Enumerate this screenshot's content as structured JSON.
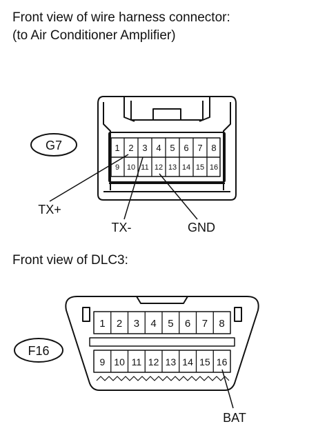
{
  "harness_connector": {
    "title_line1": "Front view of wire harness connector:",
    "title_line2": "(to Air Conditioner Amplifier)",
    "connector_id": "G7",
    "top_row": [
      "1",
      "2",
      "3",
      "4",
      "5",
      "6",
      "7",
      "8"
    ],
    "bottom_row": [
      "9",
      "10",
      "11",
      "12",
      "13",
      "14",
      "15",
      "16"
    ],
    "labels": {
      "tx_plus": "TX+",
      "tx_minus": "TX-",
      "gnd": "GND"
    }
  },
  "dlc3": {
    "title": "Front view of DLC3:",
    "connector_id": "F16",
    "top_row": [
      "1",
      "2",
      "3",
      "4",
      "5",
      "6",
      "7",
      "8"
    ],
    "bottom_row": [
      "9",
      "10",
      "11",
      "12",
      "13",
      "14",
      "15",
      "16"
    ],
    "labels": {
      "bat": "BAT"
    }
  }
}
